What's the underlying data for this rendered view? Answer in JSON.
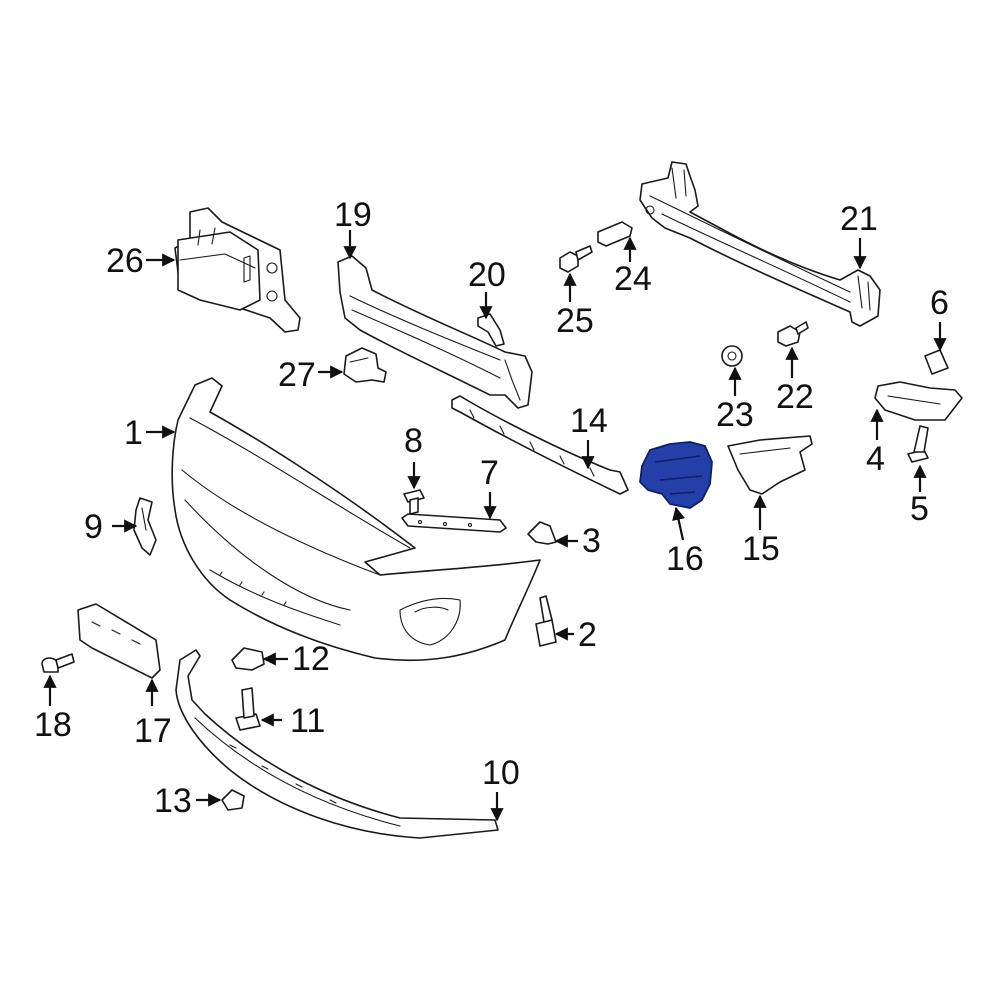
{
  "colors": {
    "line": "#1a1a1a",
    "background": "#ffffff",
    "highlight_fill": "#2440a8",
    "highlight_stroke": "#0d1f66"
  },
  "highlighted_part": "16",
  "labels": {
    "p1": "1",
    "p2": "2",
    "p3": "3",
    "p4": "4",
    "p5": "5",
    "p6": "6",
    "p7": "7",
    "p8": "8",
    "p9": "9",
    "p10": "10",
    "p11": "11",
    "p12": "12",
    "p13": "13",
    "p14": "14",
    "p15": "15",
    "p16": "16",
    "p17": "17",
    "p18": "18",
    "p19": "19",
    "p20": "20",
    "p21": "21",
    "p22": "22",
    "p23": "23",
    "p24": "24",
    "p25": "25",
    "p26": "26",
    "p27": "27"
  }
}
